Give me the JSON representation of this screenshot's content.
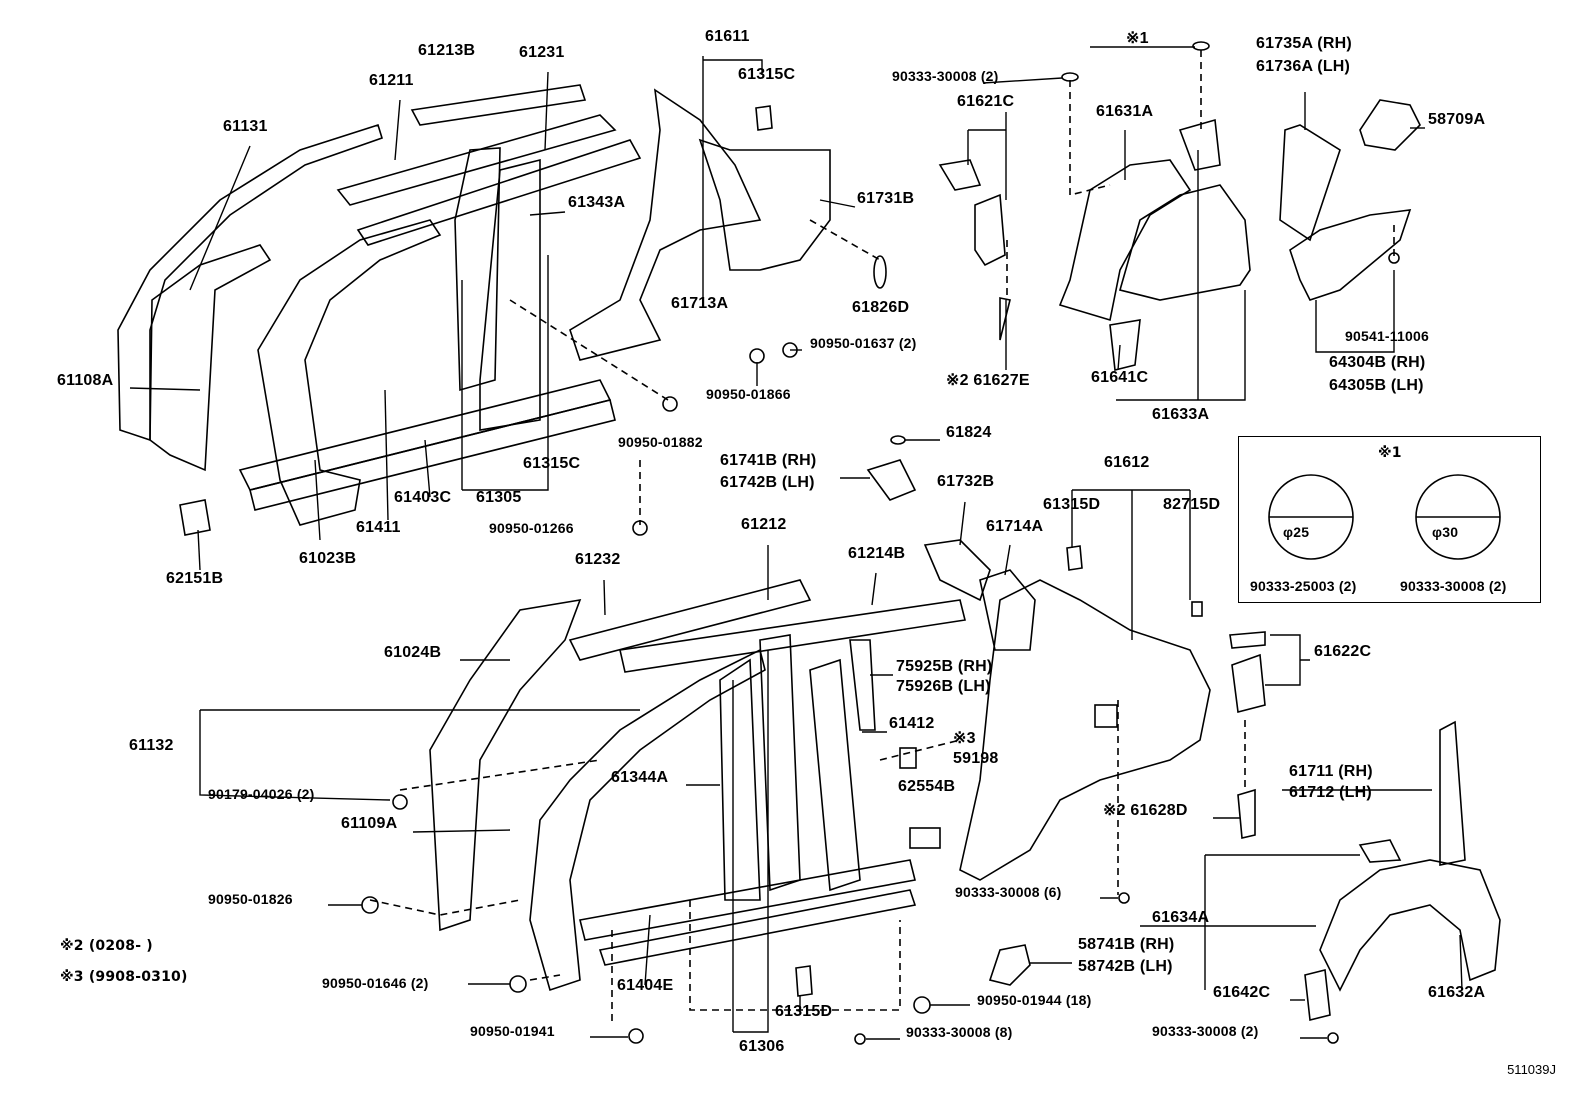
{
  "diagram": {
    "drawing_code": "511039J",
    "notes": [
      "※2 (0208-     )",
      "※3 (9908-0310)"
    ],
    "legend_box": {
      "title": "※1",
      "items": [
        {
          "symbol": "φ25",
          "part": "90333-25003 (2)"
        },
        {
          "symbol": "φ30",
          "part": "90333-30008 (2)"
        }
      ]
    },
    "labels": [
      "61213B",
      "61231",
      "61611",
      "61315C",
      "61211",
      "61131",
      "61343A",
      "61731B",
      "61713A",
      "61826D",
      "90950-01637 (2)",
      "90950-01866",
      "61108A",
      "61315C",
      "61305",
      "61403C",
      "61411",
      "61023B",
      "62151B",
      "90950-01882",
      "90950-01266",
      "※1",
      "90333-30008 (2)",
      "61621C",
      "61631A",
      "61735A (RH)",
      "61736A (LH)",
      "58709A",
      "※2 61627E",
      "61641C",
      "61633A",
      "90541-11006",
      "64304B (RH)",
      "64305B (LH)",
      "61824",
      "61741B (RH)",
      "61742B (LH)",
      "61612",
      "61732B",
      "61315D",
      "82715D",
      "61714A",
      "61212",
      "61214B",
      "61232",
      "61024B",
      "61622C",
      "75925B (RH)",
      "75926B (LH)",
      "61412",
      "※3",
      "59198",
      "61132",
      "90179-04026 (2)",
      "61344A",
      "62554B",
      "61109A",
      "61711 (RH)",
      "61712 (LH)",
      "※2 61628D",
      "90950-01826",
      "90333-30008 (6)",
      "61634A",
      "58741B (RH)",
      "58742B (LH)",
      "90950-01646 (2)",
      "61404E",
      "90950-01944 (18)",
      "61642C",
      "61632A",
      "61315D",
      "90950-01941",
      "90333-30008 (8)",
      "90333-30008 (2)",
      "61306"
    ]
  }
}
